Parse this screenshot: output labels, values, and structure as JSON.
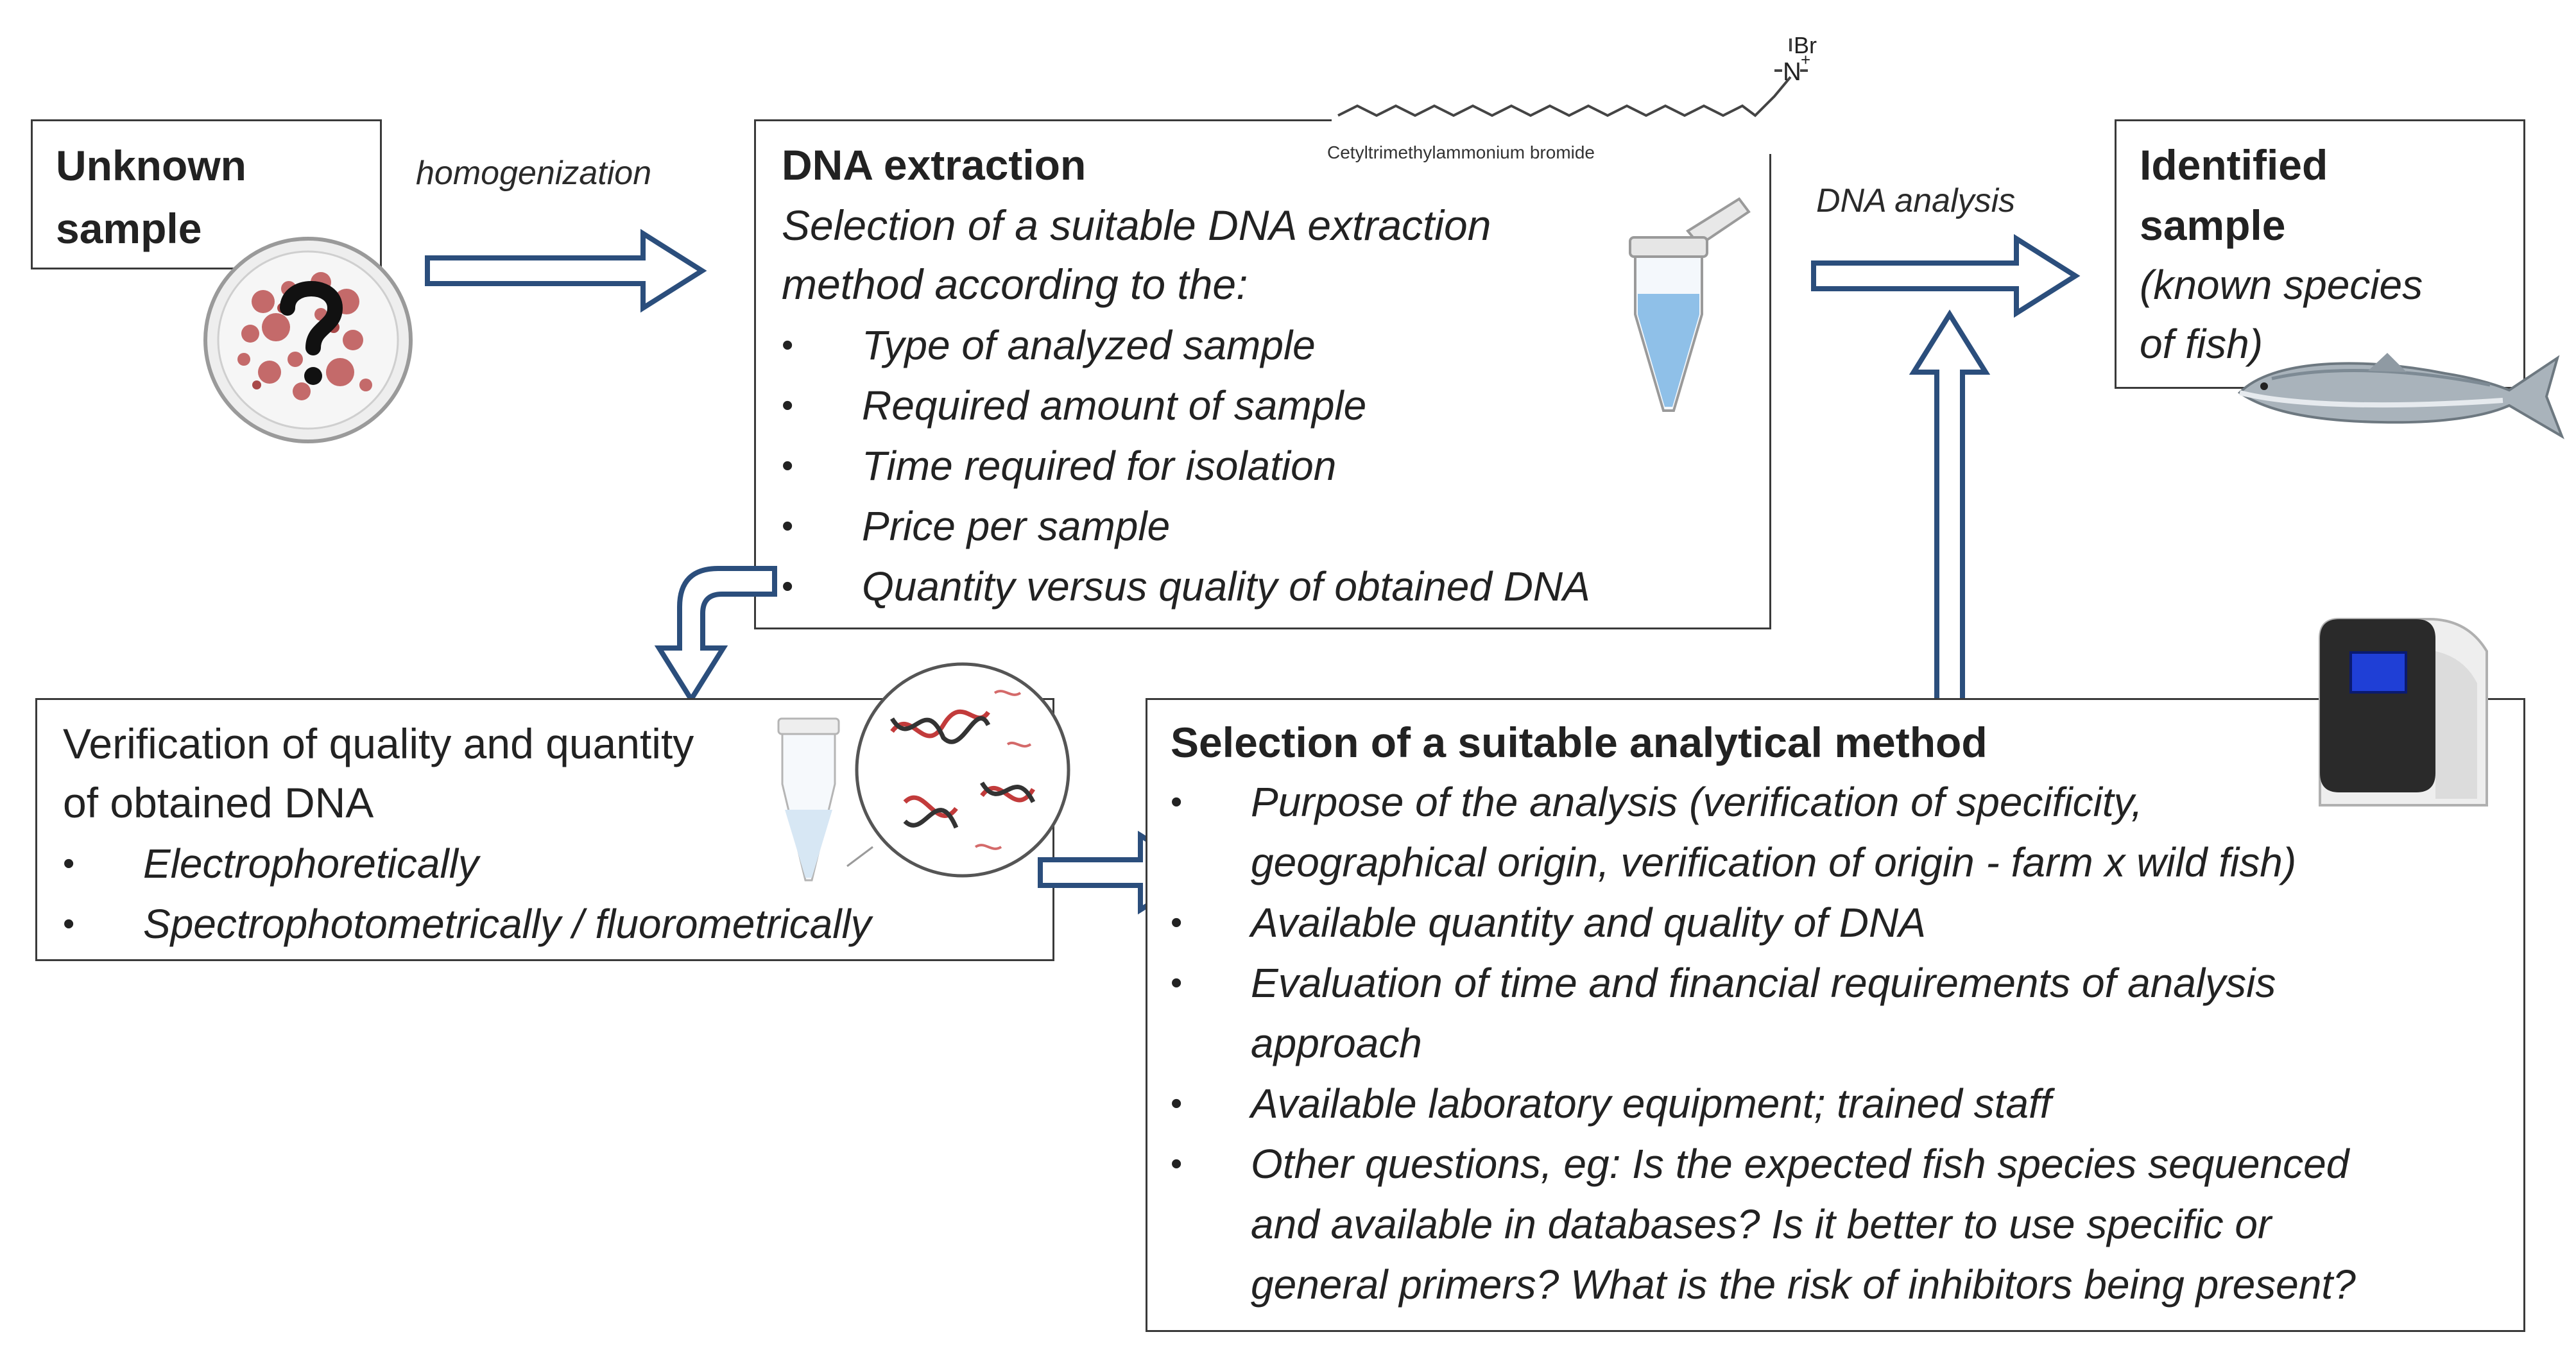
{
  "unknown": {
    "title": "Unknown sample"
  },
  "homogenization": "homogenization",
  "extraction": {
    "title": "DNA extraction",
    "intro_line1": "Selection of a suitable DNA extraction",
    "intro_line2": "method according to the:",
    "bullets": [
      "Type of analyzed sample",
      "Required amount of sample",
      "Time required for isolation",
      "Price per sample",
      "Quantity versus quality of obtained DNA"
    ],
    "chem_label": "Cetyltrimethylammonium bromide",
    "chem_br": "Br",
    "chem_n": "N",
    "chem_plus": "+"
  },
  "dna_analysis": "DNA analysis",
  "identified": {
    "title_line1": "Identified",
    "title_line2": "sample",
    "sub_line1": "(known species",
    "sub_line2": "of fish)"
  },
  "verification": {
    "line1": "Verification of quality and quantity",
    "line2": "of obtained DNA",
    "bullets": [
      "Electrophoretically",
      "Spectrophotometrically / fluorometrically"
    ]
  },
  "analytical": {
    "title": "Selection of a suitable analytical method",
    "bullets": [
      [
        "Purpose of the analysis (verification of specificity,",
        "geographical origin, verification of origin - farm x wild fish)"
      ],
      [
        "Available quantity and quality of DNA"
      ],
      [
        "Evaluation of time and financial requirements of analysis",
        "approach"
      ],
      [
        "Available laboratory equipment; trained staff"
      ],
      [
        "Other questions, eg: Is the expected fish species sequenced",
        "and available in databases? Is it better to use specific or",
        "general primers? What is the risk of inhibitors being present?"
      ]
    ]
  },
  "bullet_char": "•",
  "icons": [
    "petri-dish-icon",
    "question-mark-icon",
    "microtube-icon",
    "dna-helix-icon",
    "pcr-machine-icon",
    "fish-icon",
    "arrow-icon"
  ],
  "colors": {
    "arrow": "#2b4e7c",
    "border": "#3a3a3a"
  }
}
